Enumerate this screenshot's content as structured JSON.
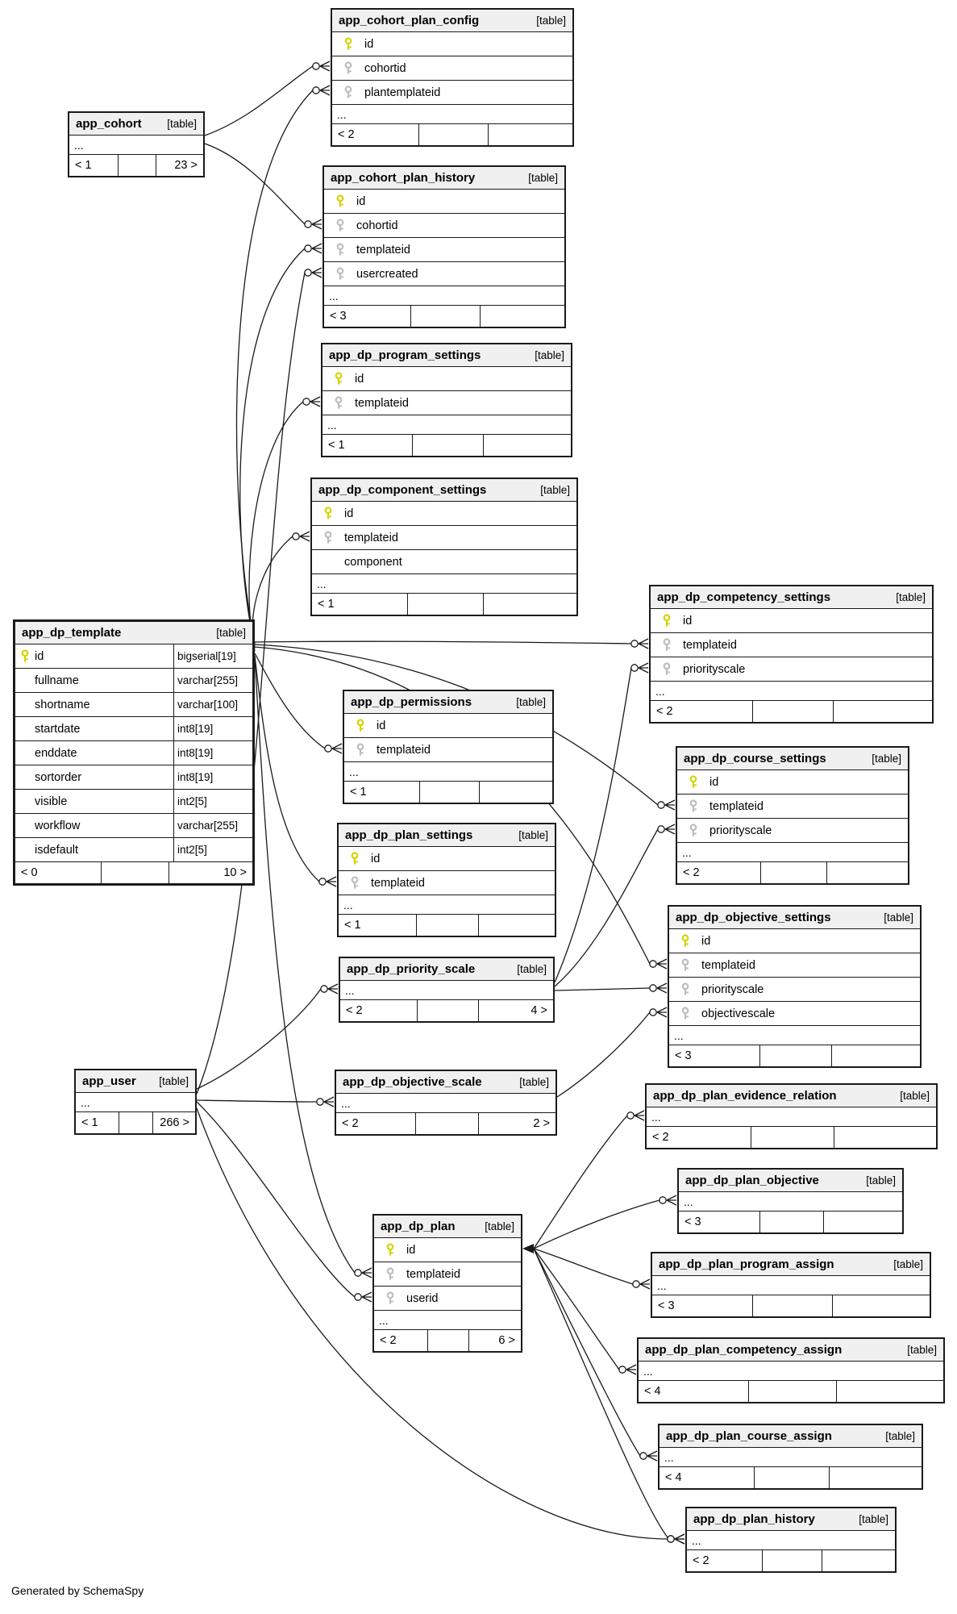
{
  "page": {
    "generator_note": "Generated by SchemaSpy"
  },
  "colors": {
    "pk_key": "#d4d400",
    "fk_key": "#bdbdbd",
    "header_bg": "#f0f0f0",
    "border": "#1a1a1a"
  },
  "tables": [
    {
      "id": "app_cohort_plan_config",
      "name": "app_cohort_plan_config",
      "tag": "[table]",
      "columns": [
        {
          "name": "id",
          "key": "pk"
        },
        {
          "name": "cohortid",
          "key": "fk"
        },
        {
          "name": "plantemplateid",
          "key": "fk"
        }
      ],
      "dots": "...",
      "footer": {
        "left": "< 2",
        "mid": "",
        "right": ""
      }
    },
    {
      "id": "app_cohort",
      "name": "app_cohort",
      "tag": "[table]",
      "columns": [],
      "dots": "...",
      "footer": {
        "left": "< 1",
        "mid": "",
        "right": "23 >"
      }
    },
    {
      "id": "app_cohort_plan_history",
      "name": "app_cohort_plan_history",
      "tag": "[table]",
      "columns": [
        {
          "name": "id",
          "key": "pk"
        },
        {
          "name": "cohortid",
          "key": "fk"
        },
        {
          "name": "templateid",
          "key": "fk"
        },
        {
          "name": "usercreated",
          "key": "fk"
        }
      ],
      "dots": "...",
      "footer": {
        "left": "< 3",
        "mid": "",
        "right": ""
      }
    },
    {
      "id": "app_dp_program_settings",
      "name": "app_dp_program_settings",
      "tag": "[table]",
      "columns": [
        {
          "name": "id",
          "key": "pk"
        },
        {
          "name": "templateid",
          "key": "fk"
        }
      ],
      "dots": "...",
      "footer": {
        "left": "< 1",
        "mid": "",
        "right": ""
      }
    },
    {
      "id": "app_dp_component_settings",
      "name": "app_dp_component_settings",
      "tag": "[table]",
      "columns": [
        {
          "name": "id",
          "key": "pk"
        },
        {
          "name": "templateid",
          "key": "fk"
        },
        {
          "name": "component",
          "key": null
        }
      ],
      "dots": "...",
      "footer": {
        "left": "< 1",
        "mid": "",
        "right": ""
      }
    },
    {
      "id": "app_dp_template",
      "name": "app_dp_template",
      "tag": "[table]",
      "columns": [
        {
          "name": "id",
          "key": "pk",
          "type": "bigserial[19]"
        },
        {
          "name": "fullname",
          "key": null,
          "type": "varchar[255]"
        },
        {
          "name": "shortname",
          "key": null,
          "type": "varchar[100]"
        },
        {
          "name": "startdate",
          "key": null,
          "type": "int8[19]"
        },
        {
          "name": "enddate",
          "key": null,
          "type": "int8[19]"
        },
        {
          "name": "sortorder",
          "key": null,
          "type": "int8[19]"
        },
        {
          "name": "visible",
          "key": null,
          "type": "int2[5]"
        },
        {
          "name": "workflow",
          "key": null,
          "type": "varchar[255]"
        },
        {
          "name": "isdefault",
          "key": null,
          "type": "int2[5]"
        }
      ],
      "dots": null,
      "footer": {
        "left": "< 0",
        "mid": "",
        "right": "10 >"
      }
    },
    {
      "id": "app_dp_competency_settings",
      "name": "app_dp_competency_settings",
      "tag": "[table]",
      "columns": [
        {
          "name": "id",
          "key": "pk"
        },
        {
          "name": "templateid",
          "key": "fk"
        },
        {
          "name": "priorityscale",
          "key": "fk"
        }
      ],
      "dots": "...",
      "footer": {
        "left": "< 2",
        "mid": "",
        "right": ""
      }
    },
    {
      "id": "app_dp_permissions",
      "name": "app_dp_permissions",
      "tag": "[table]",
      "columns": [
        {
          "name": "id",
          "key": "pk"
        },
        {
          "name": "templateid",
          "key": "fk"
        }
      ],
      "dots": "...",
      "footer": {
        "left": "< 1",
        "mid": "",
        "right": ""
      }
    },
    {
      "id": "app_dp_course_settings",
      "name": "app_dp_course_settings",
      "tag": "[table]",
      "columns": [
        {
          "name": "id",
          "key": "pk"
        },
        {
          "name": "templateid",
          "key": "fk"
        },
        {
          "name": "priorityscale",
          "key": "fk"
        }
      ],
      "dots": "...",
      "footer": {
        "left": "< 2",
        "mid": "",
        "right": ""
      }
    },
    {
      "id": "app_dp_plan_settings",
      "name": "app_dp_plan_settings",
      "tag": "[table]",
      "columns": [
        {
          "name": "id",
          "key": "pk"
        },
        {
          "name": "templateid",
          "key": "fk"
        }
      ],
      "dots": "...",
      "footer": {
        "left": "< 1",
        "mid": "",
        "right": ""
      }
    },
    {
      "id": "app_dp_objective_settings",
      "name": "app_dp_objective_settings",
      "tag": "[table]",
      "columns": [
        {
          "name": "id",
          "key": "pk"
        },
        {
          "name": "templateid",
          "key": "fk"
        },
        {
          "name": "priorityscale",
          "key": "fk"
        },
        {
          "name": "objectivescale",
          "key": "fk"
        }
      ],
      "dots": "...",
      "footer": {
        "left": "< 3",
        "mid": "",
        "right": ""
      }
    },
    {
      "id": "app_dp_priority_scale",
      "name": "app_dp_priority_scale",
      "tag": "[table]",
      "columns": [],
      "dots": "...",
      "footer": {
        "left": "< 2",
        "mid": "",
        "right": "4 >"
      }
    },
    {
      "id": "app_user",
      "name": "app_user",
      "tag": "[table]",
      "columns": [],
      "dots": "...",
      "footer": {
        "left": "< 1",
        "mid": "",
        "right": "266 >"
      }
    },
    {
      "id": "app_dp_objective_scale",
      "name": "app_dp_objective_scale",
      "tag": "[table]",
      "columns": [],
      "dots": "...",
      "footer": {
        "left": "< 2",
        "mid": "",
        "right": "2 >"
      }
    },
    {
      "id": "app_dp_plan_evidence_relation",
      "name": "app_dp_plan_evidence_relation",
      "tag": "[table]",
      "columns": [],
      "dots": "...",
      "footer": {
        "left": "< 2",
        "mid": "",
        "right": ""
      }
    },
    {
      "id": "app_dp_plan_objective",
      "name": "app_dp_plan_objective",
      "tag": "[table]",
      "columns": [],
      "dots": "...",
      "footer": {
        "left": "< 3",
        "mid": "",
        "right": ""
      }
    },
    {
      "id": "app_dp_plan",
      "name": "app_dp_plan",
      "tag": "[table]",
      "columns": [
        {
          "name": "id",
          "key": "pk"
        },
        {
          "name": "templateid",
          "key": "fk"
        },
        {
          "name": "userid",
          "key": "fk"
        }
      ],
      "dots": "...",
      "footer": {
        "left": "< 2",
        "mid": "",
        "right": "6 >"
      }
    },
    {
      "id": "app_dp_plan_program_assign",
      "name": "app_dp_plan_program_assign",
      "tag": "[table]",
      "columns": [],
      "dots": "...",
      "footer": {
        "left": "< 3",
        "mid": "",
        "right": ""
      }
    },
    {
      "id": "app_dp_plan_competency_assign",
      "name": "app_dp_plan_competency_assign",
      "tag": "[table]",
      "columns": [],
      "dots": "...",
      "footer": {
        "left": "< 4",
        "mid": "",
        "right": ""
      }
    },
    {
      "id": "app_dp_plan_course_assign",
      "name": "app_dp_plan_course_assign",
      "tag": "[table]",
      "columns": [],
      "dots": "...",
      "footer": {
        "left": "< 4",
        "mid": "",
        "right": ""
      }
    },
    {
      "id": "app_dp_plan_history",
      "name": "app_dp_plan_history",
      "tag": "[table]",
      "columns": [],
      "dots": "...",
      "footer": {
        "left": "< 2",
        "mid": "",
        "right": ""
      }
    }
  ],
  "edges": [
    {
      "from": "app_cohort",
      "to": "app_cohort_plan_config.cohortid"
    },
    {
      "from": "app_cohort",
      "to": "app_cohort_plan_history.cohortid"
    },
    {
      "from": "app_dp_template",
      "to": "app_cohort_plan_config.plantemplateid"
    },
    {
      "from": "app_dp_template",
      "to": "app_cohort_plan_history.templateid"
    },
    {
      "from": "app_dp_template",
      "to": "app_dp_program_settings.templateid"
    },
    {
      "from": "app_dp_template",
      "to": "app_dp_component_settings.templateid"
    },
    {
      "from": "app_dp_template",
      "to": "app_dp_competency_settings.templateid"
    },
    {
      "from": "app_dp_template",
      "to": "app_dp_permissions.templateid"
    },
    {
      "from": "app_dp_template",
      "to": "app_dp_course_settings.templateid"
    },
    {
      "from": "app_dp_template",
      "to": "app_dp_plan_settings.templateid"
    },
    {
      "from": "app_dp_template",
      "to": "app_dp_objective_settings.templateid"
    },
    {
      "from": "app_dp_template",
      "to": "app_dp_plan.templateid"
    },
    {
      "from": "app_user",
      "to": "app_cohort_plan_history.usercreated"
    },
    {
      "from": "app_user",
      "to": "app_dp_plan.userid"
    },
    {
      "from": "app_user",
      "to": "app_dp_plan_history"
    },
    {
      "from": "app_user",
      "to": "app_dp_priority_scale"
    },
    {
      "from": "app_user",
      "to": "app_dp_objective_scale"
    },
    {
      "from": "app_dp_priority_scale",
      "to": "app_dp_competency_settings.priorityscale"
    },
    {
      "from": "app_dp_priority_scale",
      "to": "app_dp_course_settings.priorityscale"
    },
    {
      "from": "app_dp_priority_scale",
      "to": "app_dp_objective_settings.priorityscale"
    },
    {
      "from": "app_dp_objective_scale",
      "to": "app_dp_objective_settings.objectivescale"
    },
    {
      "from": "app_dp_plan",
      "to": "app_dp_plan_evidence_relation"
    },
    {
      "from": "app_dp_plan",
      "to": "app_dp_plan_objective"
    },
    {
      "from": "app_dp_plan",
      "to": "app_dp_plan_program_assign"
    },
    {
      "from": "app_dp_plan",
      "to": "app_dp_plan_competency_assign"
    },
    {
      "from": "app_dp_plan",
      "to": "app_dp_plan_course_assign"
    },
    {
      "from": "app_dp_plan",
      "to": "app_dp_plan_history"
    }
  ]
}
